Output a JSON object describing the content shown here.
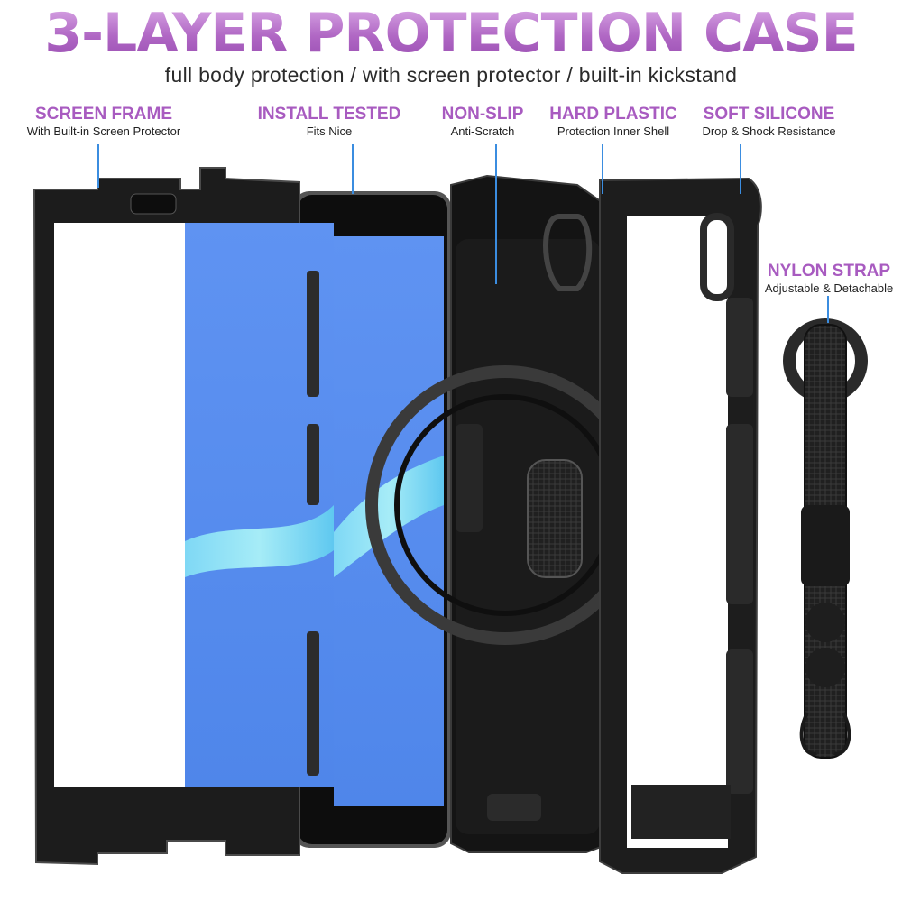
{
  "header": {
    "title": "3-LAYER PROTECTION CASE",
    "subtitle": "full body protection / with screen protector / built-in kickstand"
  },
  "callouts": [
    {
      "heading": "SCREEN FRAME",
      "detail": "With Built-in Screen Protector"
    },
    {
      "heading": "INSTALL TESTED",
      "detail": "Fits Nice"
    },
    {
      "heading": "NON-SLIP",
      "detail": "Anti-Scratch"
    },
    {
      "heading": "HARD PLASTIC",
      "detail": "Protection Inner Shell"
    },
    {
      "heading": "SOFT SILICONE",
      "detail": "Drop & Shock Resistance"
    },
    {
      "heading": "NYLON STRAP",
      "detail": "Adjustable & Detachable"
    }
  ],
  "colors": {
    "heading_purple": "#a85bc0",
    "pointer_blue": "#3b8de0",
    "case_black": "#1a1a1a",
    "screen_blue": "#5b8ff0"
  }
}
